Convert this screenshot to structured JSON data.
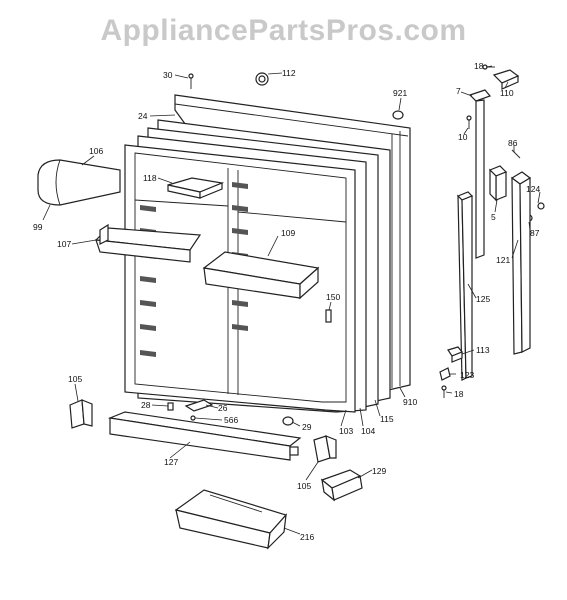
{
  "watermark": "AppliancePartsPros.com",
  "callouts": {
    "c30": "30",
    "c112": "112",
    "c24": "24",
    "c921": "921",
    "c106": "106",
    "c99": "99",
    "c118": "118",
    "c107": "107",
    "c109": "109",
    "c150": "150",
    "c105a": "105",
    "c28a": "28",
    "c26": "26",
    "c566": "566",
    "c29": "29",
    "c127": "127",
    "c103": "103",
    "c104": "104",
    "c115": "115",
    "c910": "910",
    "c105b": "105",
    "c129": "129",
    "c216": "216",
    "c18a": "18",
    "c110": "110",
    "c7": "7",
    "c10": "10",
    "c86": "86",
    "c5": "5",
    "c124": "124",
    "c87": "87",
    "c121": "121",
    "c125": "125",
    "c113": "113",
    "c123": "123",
    "c18b": "18"
  }
}
